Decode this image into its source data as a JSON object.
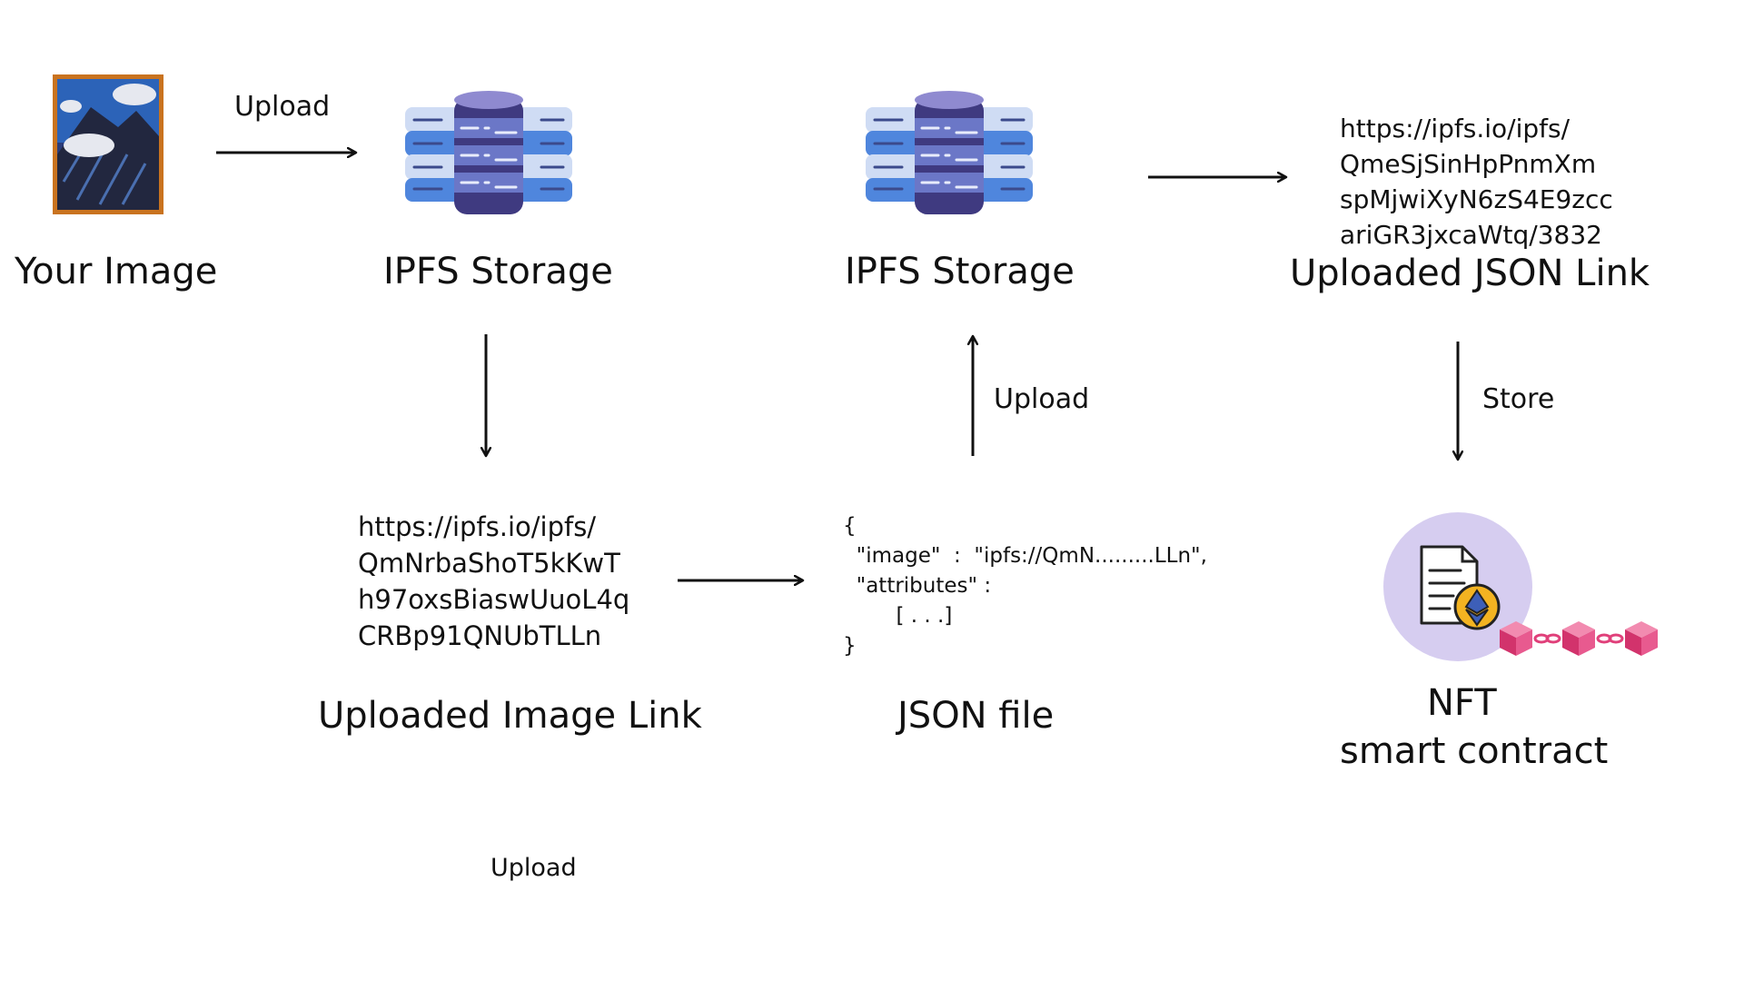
{
  "nodes": {
    "your_image": {
      "label": "Your Image"
    },
    "ipfs_storage_1": {
      "label": "IPFS Storage"
    },
    "ipfs_storage_2": {
      "label": "IPFS Storage"
    },
    "uploaded_json_link": {
      "label": "Uploaded JSON Link",
      "url_text": "https://ipfs.io/ipfs/\nQmeSjSinHpPnmXm\nspMjwiXyN6zS4E9zcc\nariGR3jxcaWtq/3832"
    },
    "uploaded_image_link": {
      "label": "Uploaded Image Link",
      "url_text": "https://ipfs.io/ipfs/\nQmNrbaShoT5kKwT\nh97oxsBiaswUuoL4q\nCRBp91QNUbTLLn"
    },
    "json_file": {
      "label": "JSON file",
      "content": "{\n  \"image\"  :  \"ipfs://QmN.........LLn\",\n  \"attributes\" :\n        [ . . .]\n}"
    },
    "nft": {
      "label_line1": "NFT",
      "label_line2": "smart contract"
    }
  },
  "edges": {
    "image_to_ipfs": {
      "label": "Upload"
    },
    "json_to_ipfs": {
      "label": "Upload"
    },
    "link_to_nft": {
      "label": "Store"
    }
  },
  "footer": {
    "label": "Upload"
  },
  "icons": [
    "framed-painting-icon",
    "database-server-icon",
    "database-server-icon",
    "ethereum-document-icon",
    "blockchain-cubes-icon"
  ],
  "colors": {
    "frame": "#c9731f",
    "db_light": "#e9f0fb",
    "db_blue": "#4f86dd",
    "db_dark": "#47408a",
    "nft_circle": "#d6cdf0",
    "eth_gold": "#f3b321",
    "cube_pink": "#e0407a"
  }
}
